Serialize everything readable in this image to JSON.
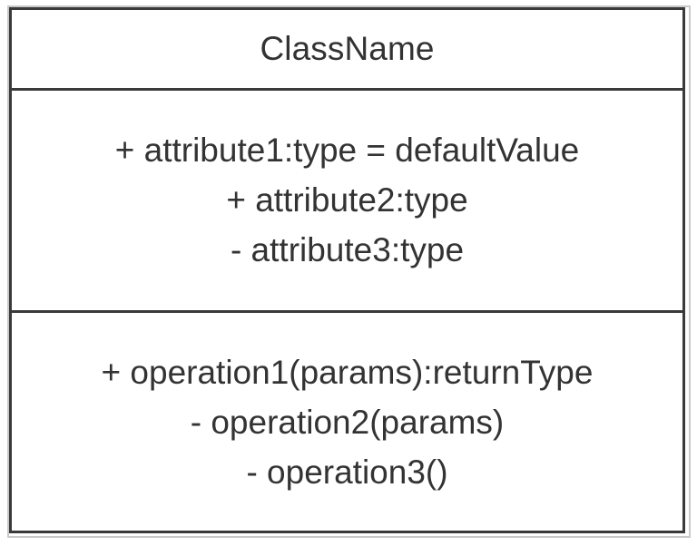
{
  "diagram": {
    "type": "uml-class-diagram",
    "notation": "UML",
    "background_color": "#ffffff",
    "border_color": "#3a3a3a",
    "shadow_color": "#c9c9c9",
    "text_color": "#333333"
  },
  "class_box": {
    "name": "ClassName",
    "attributes": [
      {
        "visibility": "+",
        "text": "+ attribute1:type = defaultValue"
      },
      {
        "visibility": "+",
        "text": "+ attribute2:type"
      },
      {
        "visibility": "-",
        "text": "- attribute3:type"
      }
    ],
    "operations": [
      {
        "visibility": "+",
        "text": "+ operation1(params):returnType"
      },
      {
        "visibility": "-",
        "text": "- operation2(params)"
      },
      {
        "visibility": "-",
        "text": "- operation3()"
      }
    ]
  }
}
